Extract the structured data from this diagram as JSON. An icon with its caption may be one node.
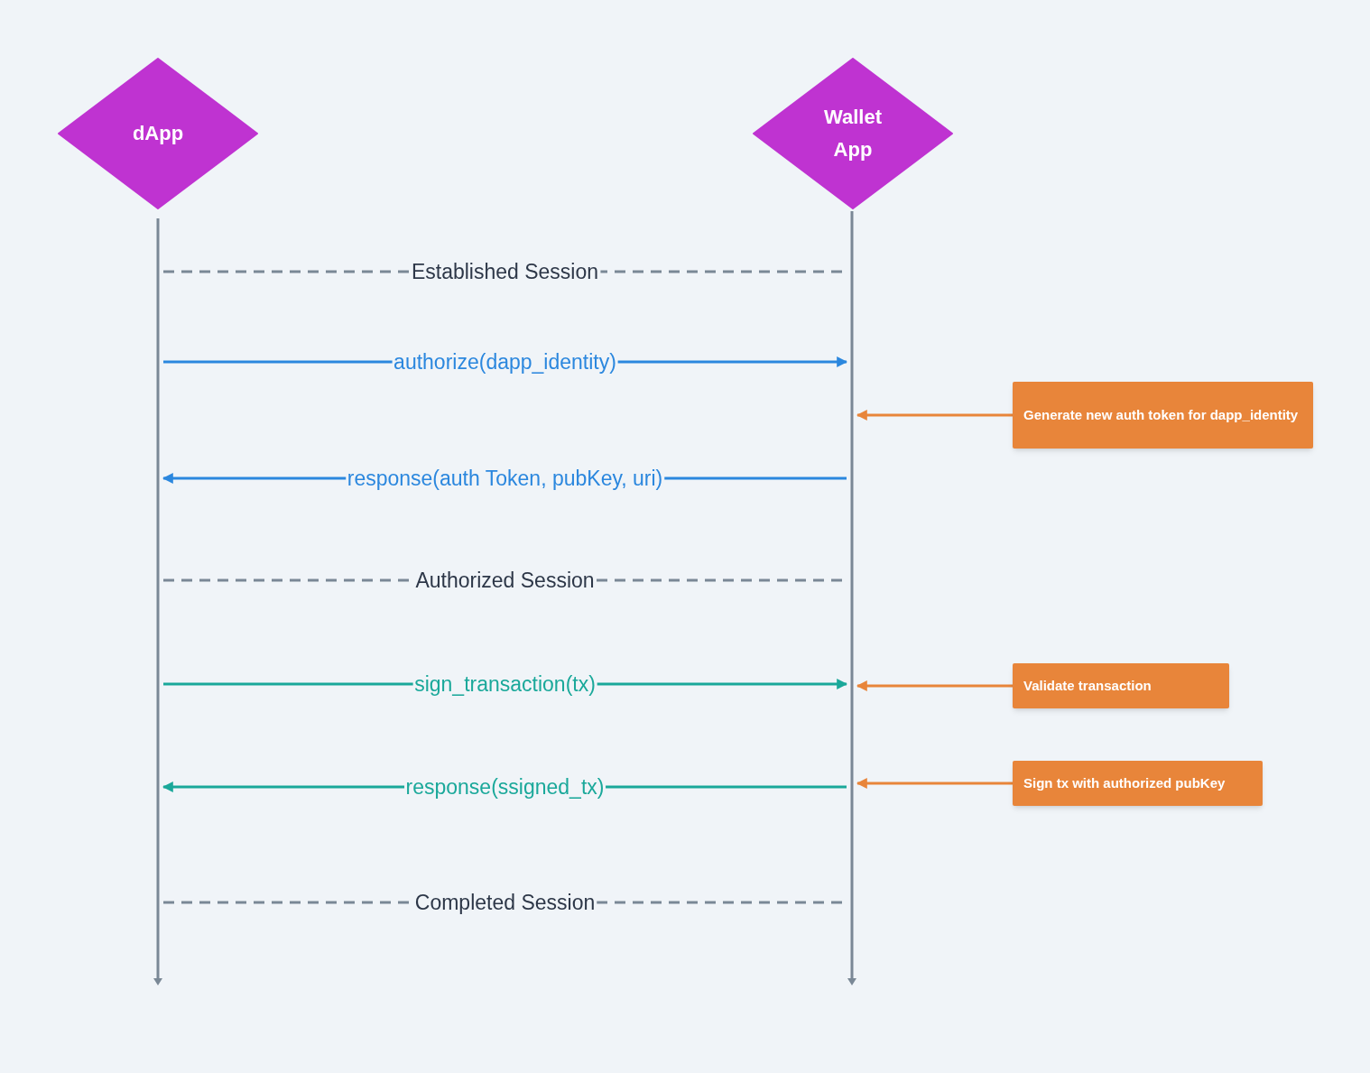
{
  "diagram": {
    "nodes": [
      {
        "text": [
          "dApp"
        ]
      },
      {
        "text": [
          "Wallet App"
        ]
      },
      {
        "text": [],
        "shape": "bar"
      },
      {
        "text": [],
        "shape": "bar"
      },
      {
        "text": [
          "Generate new auth token for dapp_identity"
        ]
      },
      {
        "text": [
          "Validate transaction"
        ]
      },
      {
        "text": [
          "Sign tx with authorized pubKey"
        ]
      }
    ],
    "edges": [
      {
        "from": 2,
        "to": 3,
        "arrow": "none",
        "label": "Established Session",
        "style": "dashed"
      },
      {
        "from": 2,
        "to": 3,
        "arrow": "to",
        "label": "authorize(dapp_identity)",
        "color": "#2b87de"
      },
      {
        "from": 4,
        "to": 3,
        "arrow": "to",
        "color": "#e8853a"
      },
      {
        "from": 3,
        "to": 2,
        "arrow": "to",
        "label": "response(auth Token, pubKey, uri)",
        "color": "#2b87de"
      },
      {
        "from": 2,
        "to": 3,
        "arrow": "none",
        "label": "Authorized Session",
        "style": "dashed"
      },
      {
        "from": 2,
        "to": 3,
        "arrow": "to",
        "label": "sign_transaction(tx)",
        "color": "#1aa89a"
      },
      {
        "from": 5,
        "to": 3,
        "arrow": "to",
        "color": "#e8853a"
      },
      {
        "from": 3,
        "to": 2,
        "arrow": "to",
        "label": "response(ssigned_tx)",
        "color": "#1aa89a"
      },
      {
        "from": 2,
        "to": 3,
        "arrow": "none",
        "label": "Completed Session",
        "style": "dashed"
      },
      {
        "from": 6,
        "to": 3,
        "arrow": "to",
        "color": "#e8853a"
      }
    ]
  }
}
